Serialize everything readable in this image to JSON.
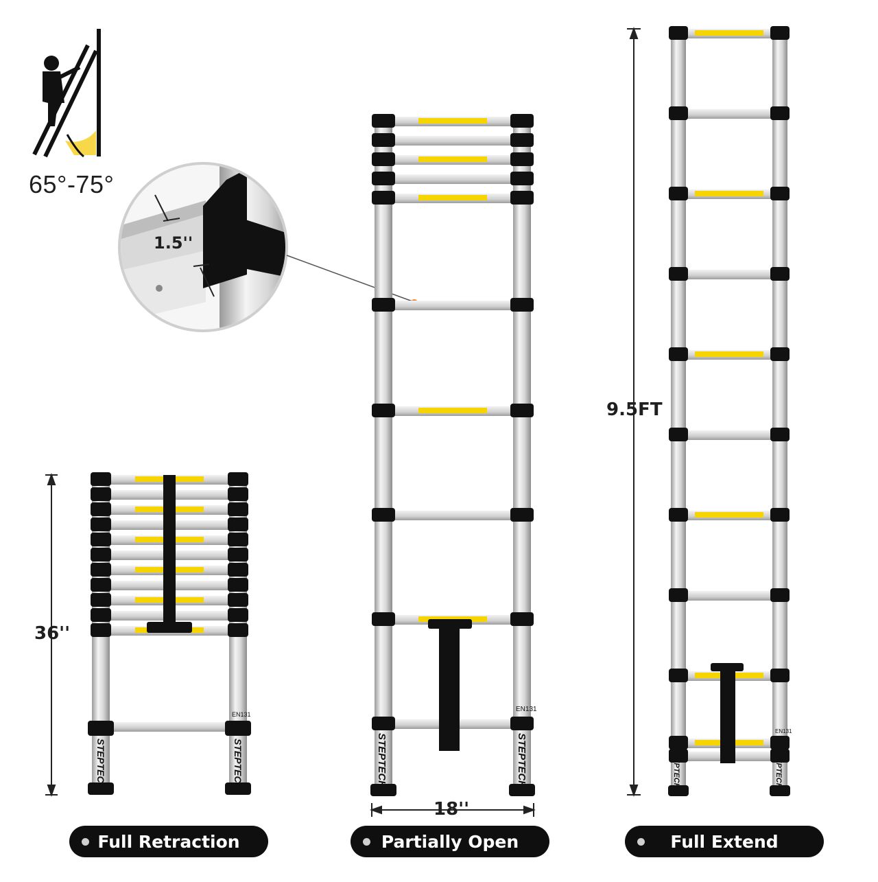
{
  "angle_label": "65°-75°",
  "dimensions": {
    "retracted_height": "36''",
    "width": "18''",
    "extended_height": "9.5FT",
    "rail_size": "1.5''"
  },
  "brand": "STEPTECH",
  "standard": "EN131",
  "modes": [
    {
      "label": "Full Retraction"
    },
    {
      "label": "Partially Open"
    },
    {
      "label": "Full Extend"
    }
  ],
  "colors": {
    "aluminum": "#d7d7d7",
    "cap": "#111111",
    "warning_label": "#f5d400",
    "pill": "#0f0f0f",
    "accent_dot": "#ff7a2a"
  }
}
